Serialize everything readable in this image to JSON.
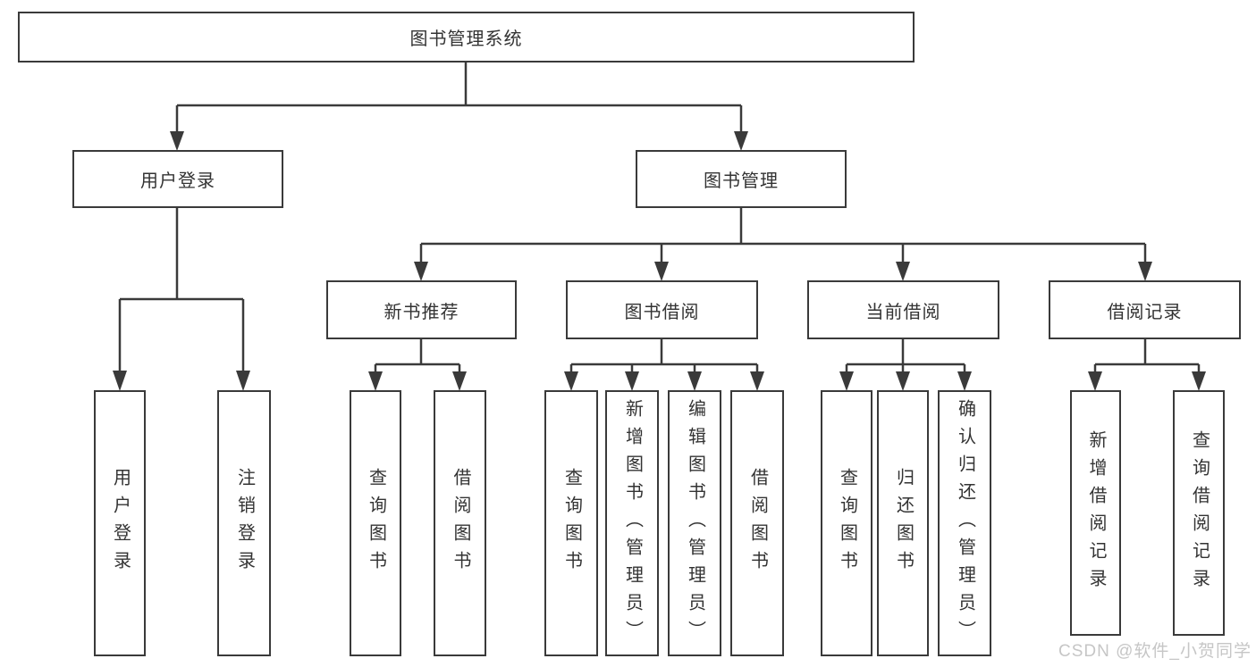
{
  "tree": {
    "root": "图书管理系统",
    "level2": [
      {
        "label": "用户登录",
        "leaves": [
          "用户登录",
          "注销登录"
        ]
      },
      {
        "label": "图书管理",
        "groups": [
          {
            "label": "新书推荐",
            "leaves": [
              "查询图书",
              "借阅图书"
            ]
          },
          {
            "label": "图书借阅",
            "leaves": [
              "查询图书",
              "新增图书（管理员）",
              "编辑图书（管理员）",
              "借阅图书"
            ]
          },
          {
            "label": "当前借阅",
            "leaves": [
              "查询图书",
              "归还图书",
              "确认归还（管理员）"
            ]
          },
          {
            "label": "借阅记录",
            "leaves": [
              "新增借阅记录",
              "查询借阅记录"
            ]
          }
        ]
      }
    ]
  },
  "colors": {
    "line": "#3a3a3a",
    "text": "#333333",
    "watermark": "#c6c6c6",
    "background": "#ffffff"
  },
  "watermark": {
    "text": "CSDN @软件_小贺同学"
  }
}
